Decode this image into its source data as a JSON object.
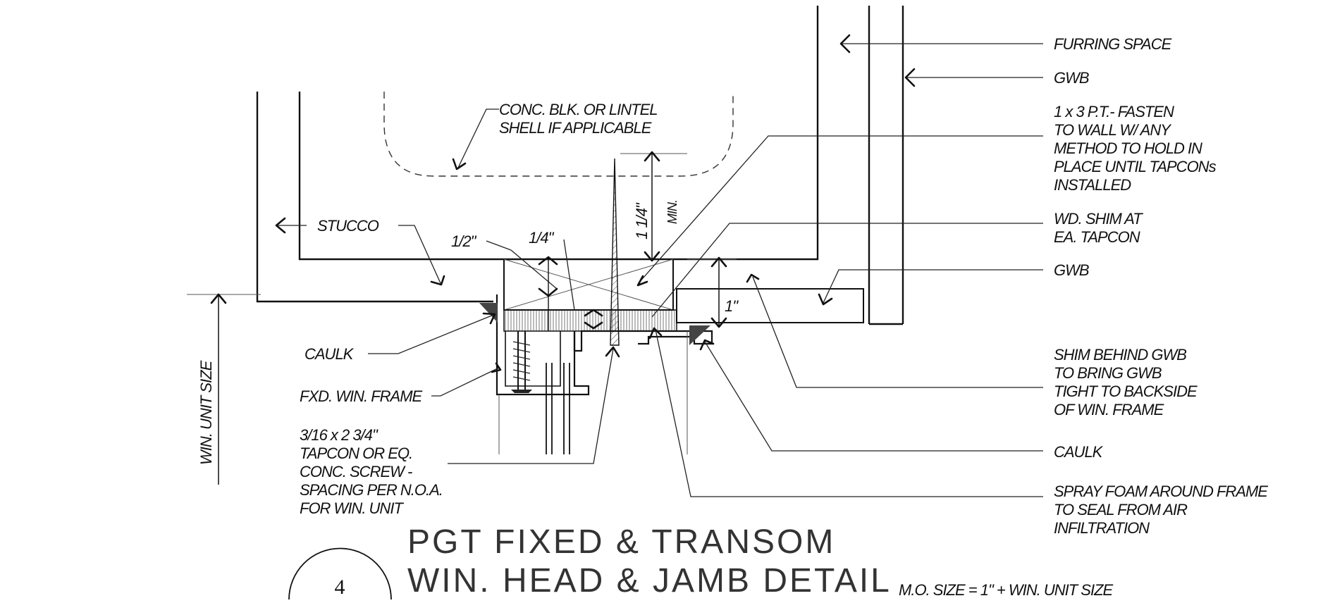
{
  "notes": {
    "furring_space": "FURRING SPACE",
    "gwb_top": "GWB",
    "fasten": [
      "1 x 3 P.T.- FASTEN",
      "TO WALL W/ ANY",
      "METHOD TO HOLD IN",
      "PLACE UNTIL TAPCONs",
      "INSTALLED"
    ],
    "shim": [
      "WD. SHIM AT",
      "EA. TAPCON"
    ],
    "gwb_mid": "GWB",
    "shim_behind": [
      "SHIM BEHIND GWB",
      "TO BRING GWB",
      "TIGHT TO BACKSIDE",
      "OF WIN. FRAME"
    ],
    "caulk_right": "CAULK",
    "spray_foam": [
      "SPRAY FOAM AROUND FRAME",
      "TO SEAL FROM AIR",
      "INFILTRATION"
    ],
    "conc_blk": [
      "CONC. BLK. OR LINTEL",
      "SHELL IF APPLICABLE"
    ],
    "stucco": "STUCCO",
    "caulk_left": "CAULK",
    "fxd_frame": "FXD. WIN. FRAME",
    "tapcon": [
      "3/16 x 2 3/4\"",
      "TAPCON OR EQ.",
      "CONC. SCREW -",
      "SPACING PER N.O.A.",
      "FOR WIN. UNIT"
    ],
    "win_unit_size": "WIN. UNIT SIZE",
    "mo_size": "M.O. SIZE = 1\" + WIN. UNIT SIZE"
  },
  "dimensions": {
    "half_inch": "1/2\"",
    "quarter_inch": "1/4\"",
    "one_quarter_inch": "1 1/4\"",
    "min": "MIN.",
    "one_inch": "1\""
  },
  "title": {
    "line1": "PGT FIXED & TRANSOM",
    "line2": "WIN. HEAD & JAMB DETAIL",
    "detail_number": "4"
  }
}
